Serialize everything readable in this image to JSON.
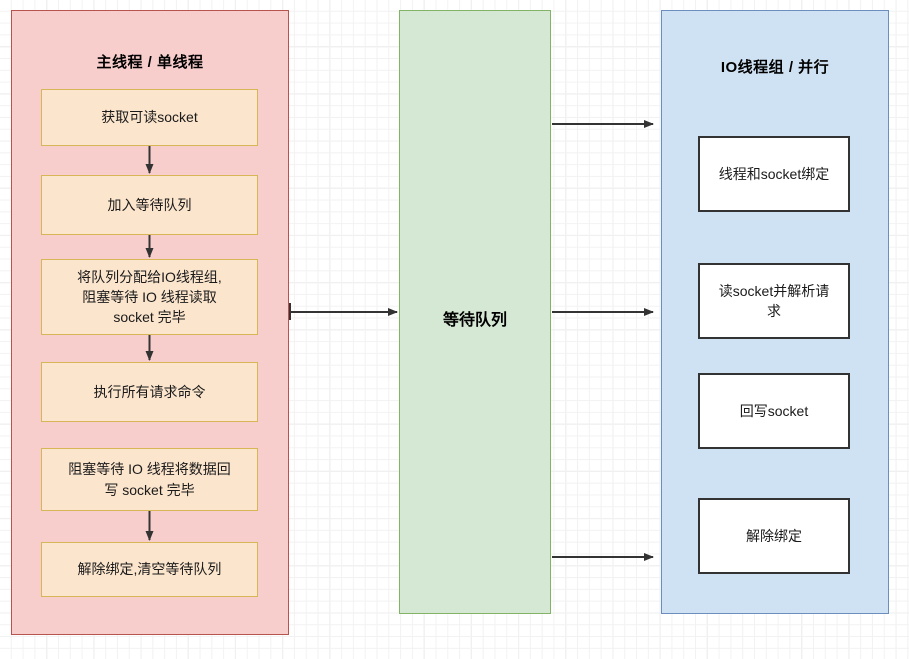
{
  "diagram": {
    "title_main_lane": "主线程 / 单线程",
    "title_io_lane": "IO线程组 / 并行",
    "queue_label": "等待队列",
    "colors": {
      "main_lane_fill": "#f8cecc",
      "main_lane_border": "#b85450",
      "queue_lane_fill": "#d5e8d4",
      "queue_lane_border": "#82b366",
      "io_lane_fill": "#cfe2f3",
      "io_lane_border": "#6c8ebf",
      "process_box_fill": "#fce5cd",
      "process_box_border": "#d6b656",
      "io_box_fill": "#ffffff",
      "io_box_border": "#333333",
      "arrow": "#333333",
      "grid_minor": "#f2f2f2",
      "grid_major": "#dcdcdc"
    },
    "main_steps": [
      {
        "id": "step-1",
        "label": "获取可读socket",
        "lines": [
          "获取可读socket"
        ]
      },
      {
        "id": "step-2",
        "label": "加入等待队列",
        "lines": [
          "加入等待队列"
        ]
      },
      {
        "id": "step-3",
        "label": "将队列分配给IO线程组,阻塞等待 IO 线程读取 socket 完毕",
        "lines": [
          "将队列分配给IO线程组,",
          "阻塞等待 IO 线程读取",
          "socket 完毕"
        ]
      },
      {
        "id": "step-4",
        "label": "执行所有请求命令",
        "lines": [
          "执行所有请求命令"
        ]
      },
      {
        "id": "step-5",
        "label": "阻塞等待 IO 线程将数据回写 socket 完毕",
        "lines": [
          "阻塞等待 IO 线程将数据回",
          "写 socket 完毕"
        ]
      },
      {
        "id": "step-6",
        "label": "解除绑定,清空等待队列",
        "lines": [
          "解除绑定,清空等待队列"
        ]
      }
    ],
    "io_steps": [
      {
        "id": "io-1",
        "label": "线程和socket绑定",
        "lines": [
          "线程和socket绑定"
        ]
      },
      {
        "id": "io-2",
        "label": "读socket并解析请求",
        "lines": [
          "读socket并解析请",
          "求"
        ]
      },
      {
        "id": "io-3",
        "label": "回写socket",
        "lines": [
          "回写socket"
        ]
      },
      {
        "id": "io-4",
        "label": "解除绑定",
        "lines": [
          "解除绑定"
        ]
      }
    ],
    "connectors": [
      {
        "id": "arrow-step1-step2",
        "from": "step-1",
        "to": "step-2",
        "direction": "down"
      },
      {
        "id": "arrow-step2-step3",
        "from": "step-2",
        "to": "step-3",
        "direction": "down"
      },
      {
        "id": "arrow-step3-step4",
        "from": "step-3",
        "to": "step-4",
        "direction": "down"
      },
      {
        "id": "arrow-step5-step6",
        "from": "step-5",
        "to": "step-6",
        "direction": "down"
      },
      {
        "id": "arrow-main-queue",
        "from": "main-lane",
        "to": "queue-lane",
        "direction": "right"
      },
      {
        "id": "arrow-queue-io-top",
        "from": "queue-lane",
        "to": "io-lane",
        "direction": "right"
      },
      {
        "id": "arrow-queue-io-middle",
        "from": "queue-lane",
        "to": "io-lane",
        "direction": "right"
      },
      {
        "id": "arrow-queue-io-bottom",
        "from": "queue-lane",
        "to": "io-lane",
        "direction": "right"
      }
    ]
  }
}
